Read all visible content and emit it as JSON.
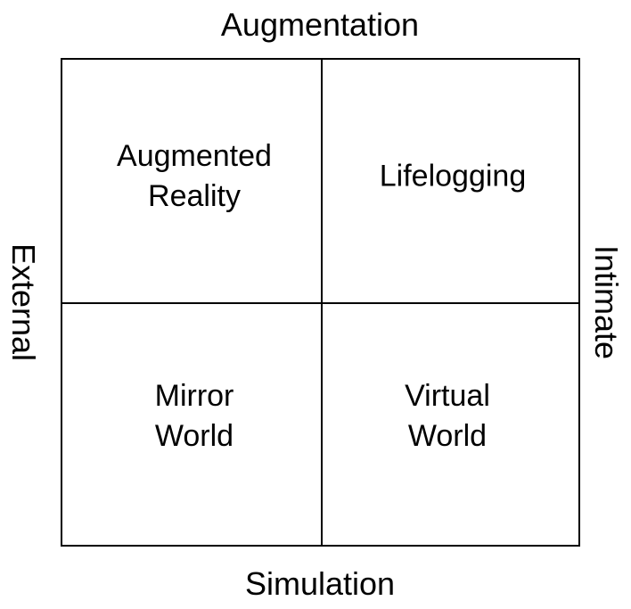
{
  "axes": {
    "top": "Augmentation",
    "bottom": "Simulation",
    "left": "External",
    "right": "Intimate"
  },
  "quadrants": {
    "top_left": {
      "line1": "Augmented",
      "line2": "Reality"
    },
    "top_right": {
      "line1": "Lifelogging"
    },
    "bottom_left": {
      "line1": "Mirror",
      "line2": "World"
    },
    "bottom_right": {
      "line1": "Virtual",
      "line2": "World"
    }
  }
}
